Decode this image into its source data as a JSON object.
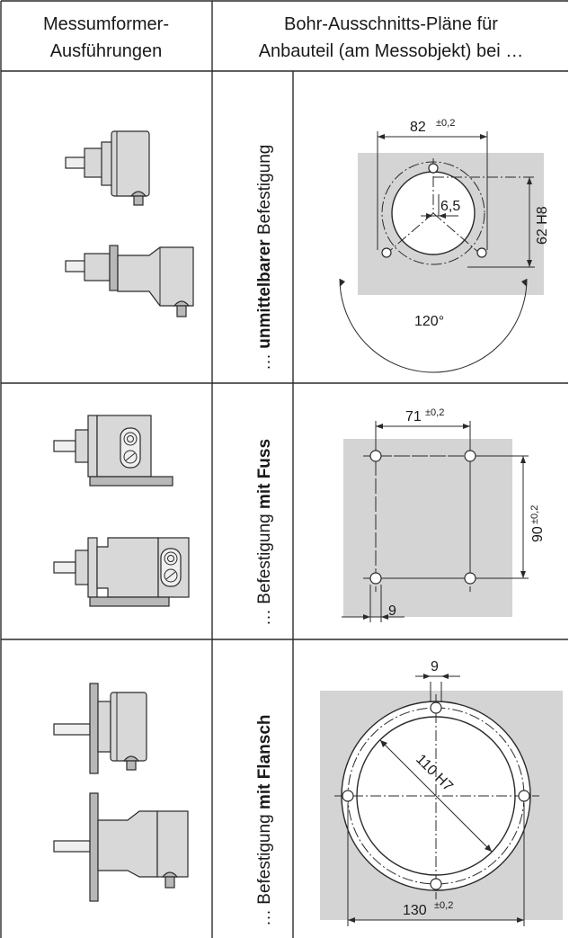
{
  "header": {
    "col1_line1": "Messumformer-",
    "col1_line2": "Ausführungen",
    "col2_line1": "Bohr-Ausschnitts-Pläne für",
    "col2_line2": "Anbauteil (am Messobjekt) bei …"
  },
  "rows": [
    {
      "label_prefix": "… ",
      "label_bold": "unmittelbarer",
      "label_suffix": " Befestigung",
      "dims": {
        "width": "82",
        "width_tol": "±0,2",
        "offset": "6,5",
        "bore": "62 H8",
        "angle": "120°"
      }
    },
    {
      "label_prefix": "… Befestigung ",
      "label_bold": "mit Fuss",
      "label_suffix": "",
      "dims": {
        "width": "71",
        "width_tol": "±0,2",
        "height": "90",
        "height_tol": "±0,2",
        "hole": "9"
      }
    },
    {
      "label_prefix": "… Befestigung ",
      "label_bold": "mit Flansch",
      "label_suffix": "",
      "dims": {
        "hole": "9",
        "bore": "110 H7",
        "width": "130",
        "width_tol": "±0,2"
      }
    }
  ]
}
